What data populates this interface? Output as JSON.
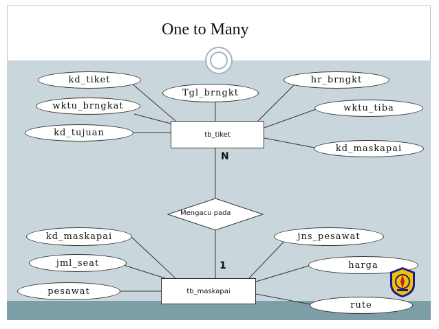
{
  "title": "One to Many",
  "entities": {
    "tb_tiket": "tb_tiket",
    "tb_maskapai": "tb_maskapai"
  },
  "relationship": {
    "label": "Mengacu pada",
    "card_tiket": "N",
    "card_maskapai": "1"
  },
  "tiket_attributes": {
    "kd_tiket": "kd_tiket",
    "tgl_brngkt": "Tgl_brngkt",
    "hr_brngkt": "hr_brngkt",
    "wktu_brngkat": "wktu_brngkat",
    "wktu_tiba": "wktu_tiba",
    "kd_tujuan": "kd_tujuan",
    "kd_maskapai": "kd_maskapai"
  },
  "maskapai_attributes": {
    "kd_maskapai": "kd_maskapai",
    "jns_pesawat": "jns_pesawat",
    "jml_seat": "jml_seat",
    "harga": "harga",
    "pesawat": "pesawat",
    "rute": "rute"
  },
  "colors": {
    "band": "#c9d6dc",
    "bottom_band": "#7c9ea7",
    "logo_shield": "#f2c200",
    "logo_ring": "#1a1a8c",
    "logo_accent": "#c0201e"
  },
  "icons": {
    "logo": "university-emblem-icon",
    "decoration": "ring-icon"
  }
}
